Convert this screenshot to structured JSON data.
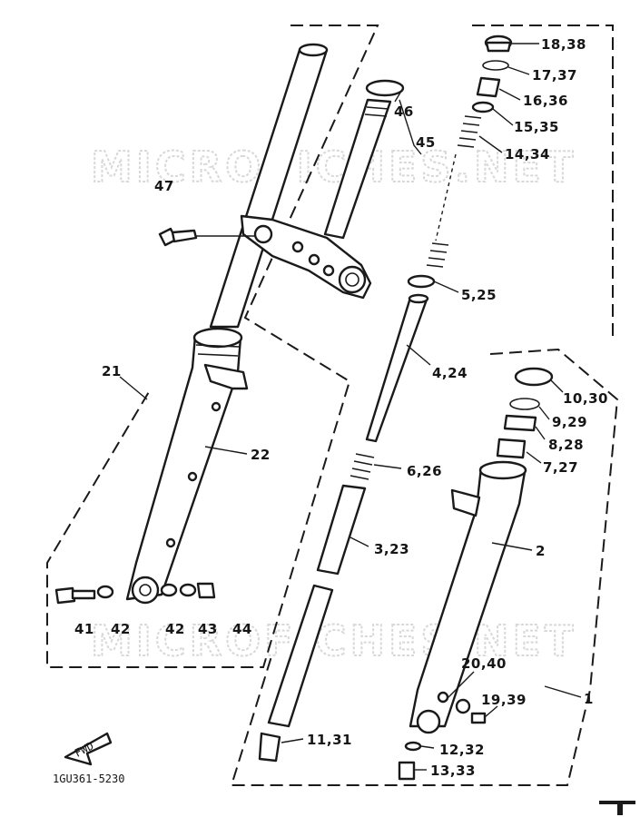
{
  "watermark": "MICROFICHES.NET",
  "diagram_code": "1GU361-5230",
  "fwd_label": "FWD",
  "callouts": {
    "c18": "18,38",
    "c17": "17,37",
    "c16": "16,36",
    "c15": "15,35",
    "c14": "14,34",
    "c46": "46",
    "c45": "45",
    "c47": "47",
    "c5": "5,25",
    "c21": "21",
    "c4": "4,24",
    "c10": "10,30",
    "c9": "9,29",
    "c8": "8,28",
    "c22": "22",
    "c7": "7,27",
    "c6": "6,26",
    "c3": "3,23",
    "c2": "2",
    "c41": "41",
    "c42a": "42",
    "c42b": "42",
    "c43": "43",
    "c44": "44",
    "c20": "20,40",
    "c19": "19,39",
    "c1": "1",
    "c11": "11,31",
    "c12": "12,32",
    "c13": "13,33"
  }
}
